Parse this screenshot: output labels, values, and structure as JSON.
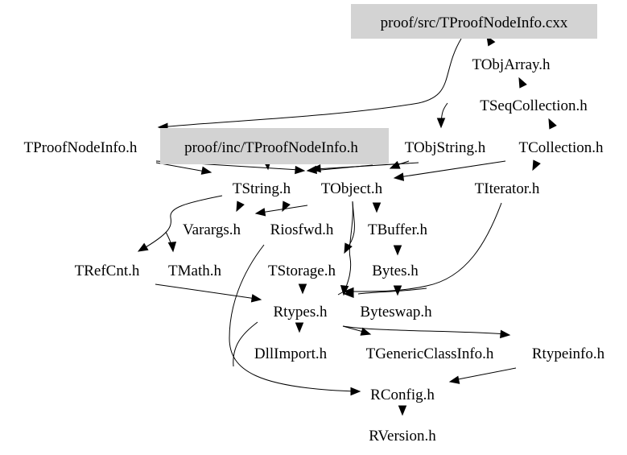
{
  "graph": {
    "type": "include-dependency-graph",
    "root": "proof/src/TProofNodeInfo.cxx",
    "nodes": [
      {
        "id": "src_cxx",
        "label": "proof/src/TProofNodeInfo.cxx",
        "highlighted": true
      },
      {
        "id": "TObjArray",
        "label": "TObjArray.h",
        "highlighted": false
      },
      {
        "id": "TSeqCollection",
        "label": "TSeqCollection.h",
        "highlighted": false
      },
      {
        "id": "TProofNodeInfo",
        "label": "TProofNodeInfo.h",
        "highlighted": false
      },
      {
        "id": "inc_h",
        "label": "proof/inc/TProofNodeInfo.h",
        "highlighted": true
      },
      {
        "id": "TObjString",
        "label": "TObjString.h",
        "highlighted": false
      },
      {
        "id": "TCollection",
        "label": "TCollection.h",
        "highlighted": false
      },
      {
        "id": "TString",
        "label": "TString.h",
        "highlighted": false
      },
      {
        "id": "TObject",
        "label": "TObject.h",
        "highlighted": false
      },
      {
        "id": "TIterator",
        "label": "TIterator.h",
        "highlighted": false
      },
      {
        "id": "Varargs",
        "label": "Varargs.h",
        "highlighted": false
      },
      {
        "id": "Riosfwd",
        "label": "Riosfwd.h",
        "highlighted": false
      },
      {
        "id": "TBuffer",
        "label": "TBuffer.h",
        "highlighted": false
      },
      {
        "id": "TRefCnt",
        "label": "TRefCnt.h",
        "highlighted": false
      },
      {
        "id": "TMath",
        "label": "TMath.h",
        "highlighted": false
      },
      {
        "id": "TStorage",
        "label": "TStorage.h",
        "highlighted": false
      },
      {
        "id": "Bytes",
        "label": "Bytes.h",
        "highlighted": false
      },
      {
        "id": "Rtypes",
        "label": "Rtypes.h",
        "highlighted": false
      },
      {
        "id": "Byteswap",
        "label": "Byteswap.h",
        "highlighted": false
      },
      {
        "id": "DllImport",
        "label": "DllImport.h",
        "highlighted": false
      },
      {
        "id": "TGenericClassInfo",
        "label": "TGenericClassInfo.h",
        "highlighted": false
      },
      {
        "id": "Rtypeinfo",
        "label": "Rtypeinfo.h",
        "highlighted": false
      },
      {
        "id": "RConfig",
        "label": "RConfig.h",
        "highlighted": false
      },
      {
        "id": "RVersion",
        "label": "RVersion.h",
        "highlighted": false
      }
    ],
    "edges": [
      {
        "from": "src_cxx",
        "to": "inc_h"
      },
      {
        "from": "src_cxx",
        "to": "TObjString"
      },
      {
        "from": "TObjArray",
        "to": "src_cxx"
      },
      {
        "from": "TSeqCollection",
        "to": "TObjArray"
      },
      {
        "from": "TCollection",
        "to": "TSeqCollection"
      },
      {
        "from": "inc_h",
        "to": "TObject"
      },
      {
        "from": "inc_h",
        "to": "TString"
      },
      {
        "from": "TProofNodeInfo",
        "to": "TString"
      },
      {
        "from": "TProofNodeInfo",
        "to": "TObject"
      },
      {
        "from": "TObjString",
        "to": "TObject"
      },
      {
        "from": "TObjString",
        "to": "TString"
      },
      {
        "from": "TCollection",
        "to": "TObject"
      },
      {
        "from": "TCollection",
        "to": "TIterator"
      },
      {
        "from": "TString",
        "to": "Varargs"
      },
      {
        "from": "TString",
        "to": "TRefCnt"
      },
      {
        "from": "TString",
        "to": "TMath"
      },
      {
        "from": "TObject",
        "to": "Riosfwd"
      },
      {
        "from": "TObject",
        "to": "Varargs"
      },
      {
        "from": "TObject",
        "to": "TBuffer"
      },
      {
        "from": "TObject",
        "to": "TStorage"
      },
      {
        "from": "TObject",
        "to": "Rtypes"
      },
      {
        "from": "TBuffer",
        "to": "Bytes"
      },
      {
        "from": "TStorage",
        "to": "Rtypes"
      },
      {
        "from": "Bytes",
        "to": "Rtypes"
      },
      {
        "from": "TIterator",
        "to": "Rtypes"
      },
      {
        "from": "TRefCnt",
        "to": "Rtypes"
      },
      {
        "from": "Riosfwd",
        "to": "Rtypes"
      },
      {
        "from": "Riosfwd",
        "to": "RConfig"
      },
      {
        "from": "Rtypes",
        "to": "DllImport"
      },
      {
        "from": "Rtypes",
        "to": "TGenericClassInfo"
      },
      {
        "from": "Rtypes",
        "to": "Rtypeinfo"
      },
      {
        "from": "Rtypes",
        "to": "RConfig"
      },
      {
        "from": "Rtypeinfo",
        "to": "RConfig"
      },
      {
        "from": "RConfig",
        "to": "RVersion"
      },
      {
        "from": "Bytes",
        "to": "Byteswap"
      }
    ]
  }
}
